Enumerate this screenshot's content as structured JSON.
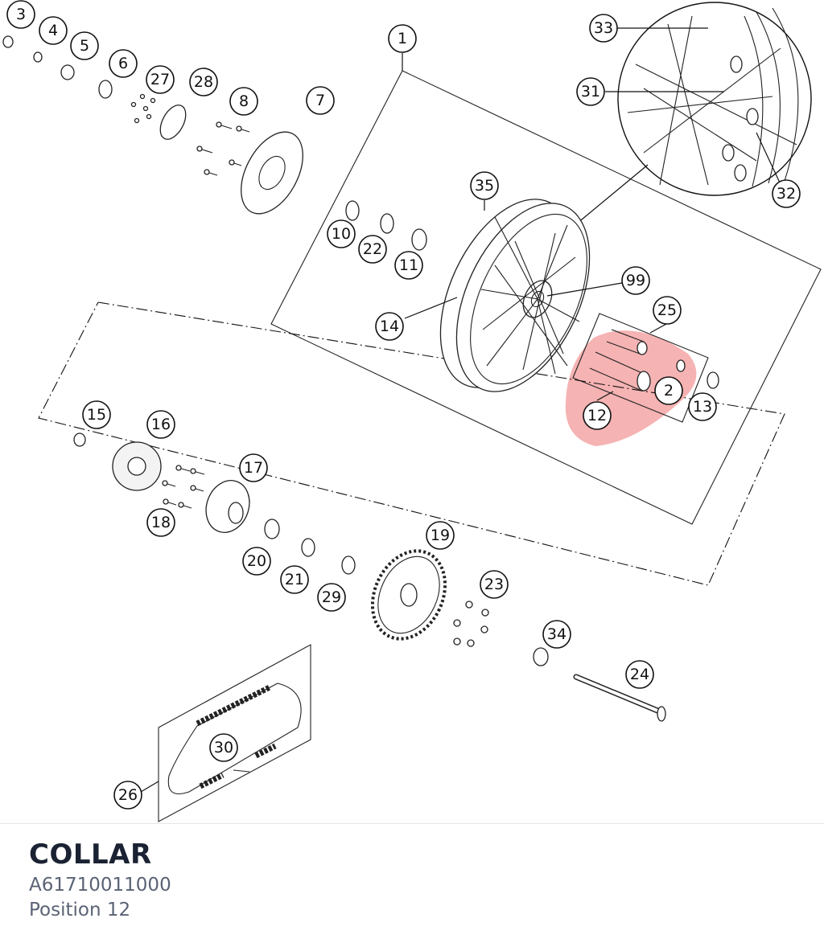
{
  "diagram": {
    "callouts": [
      "1",
      "2",
      "3",
      "4",
      "5",
      "6",
      "7",
      "8",
      "10",
      "11",
      "12",
      "13",
      "14",
      "15",
      "16",
      "17",
      "18",
      "19",
      "20",
      "21",
      "22",
      "23",
      "24",
      "25",
      "26",
      "27",
      "28",
      "29",
      "30",
      "31",
      "32",
      "33",
      "34",
      "35",
      "99"
    ],
    "highlight_color": "#f08080",
    "highlighted_position": "12"
  },
  "part": {
    "name": "COLLAR",
    "number": "A61710011000",
    "position_label": "Position 12"
  }
}
